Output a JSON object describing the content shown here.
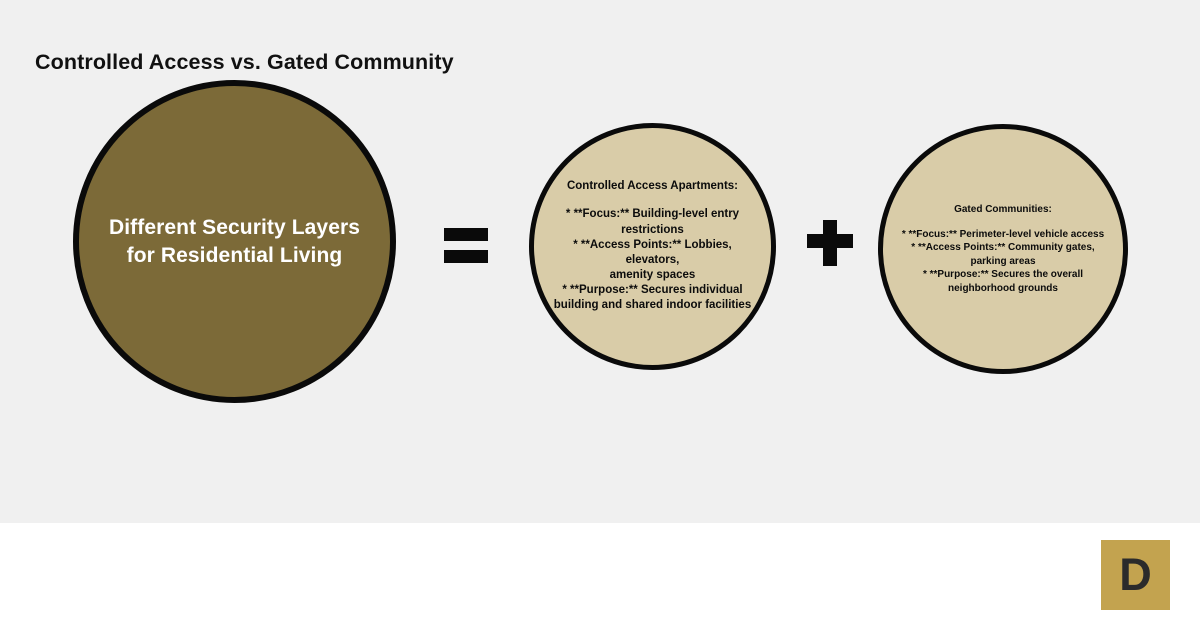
{
  "footer": {
    "title": "Controlled Access vs. Gated Community",
    "logo_letter": "D",
    "logo_bg": "#c3a34f",
    "logo_fg": "#2b2b2b"
  },
  "colors": {
    "canvas_bg": "#f0f0f0",
    "primary_circle_fill": "#7c6a38",
    "primary_circle_text": "#ffffff",
    "secondary_circle_fill": "#d9cca8",
    "outline": "#0a0a0a",
    "body_text": "#0c0c0c"
  },
  "equation": {
    "operators": {
      "equals": "=",
      "plus": "+"
    },
    "result": {
      "title_line_1": "Different Security Layers",
      "title_line_2": "for Residential Living"
    },
    "terms": [
      {
        "heading": "Controlled Access Apartments:",
        "lines": [
          "* **Focus:** Building-level entry",
          "restrictions",
          "* **Access Points:** Lobbies, elevators,",
          "amenity spaces",
          "* **Purpose:** Secures individual",
          "building and shared indoor facilities"
        ]
      },
      {
        "heading": "Gated Communities:",
        "lines": [
          "* **Focus:** Perimeter-level vehicle access",
          "* **Access Points:** Community gates,",
          "parking areas",
          "* **Purpose:** Secures the overall",
          "neighborhood grounds"
        ]
      }
    ]
  }
}
